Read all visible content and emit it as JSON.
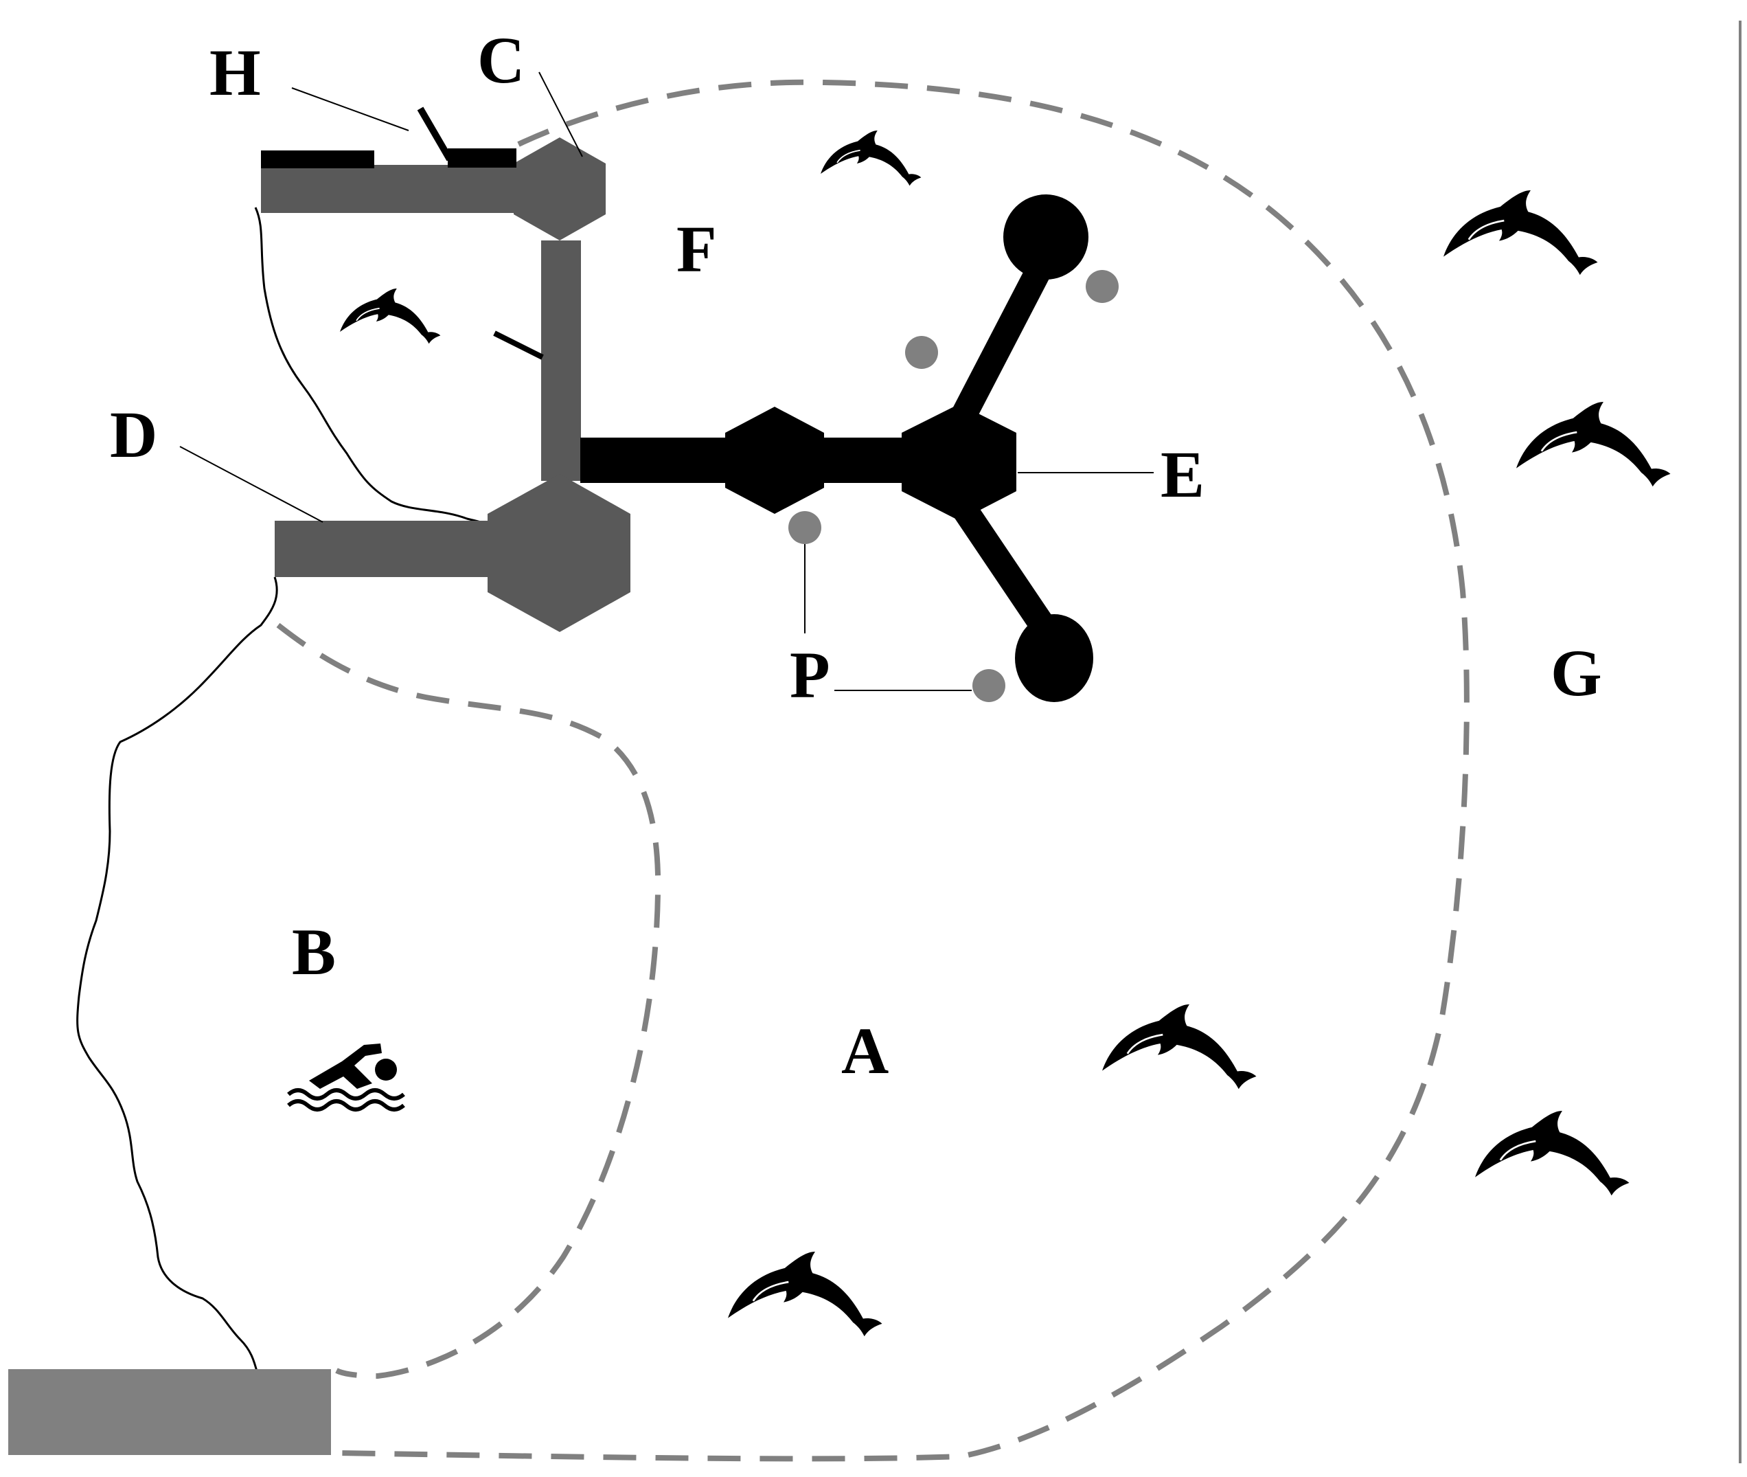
{
  "labels": {
    "A": "A",
    "B": "B",
    "C": "C",
    "D": "D",
    "E": "E",
    "F": "F",
    "G": "G",
    "H": "H",
    "P": "P"
  },
  "colors": {
    "structure_gray": "#595959",
    "boundary_gray": "#808080",
    "black": "#000000",
    "background": "#ffffff"
  },
  "icons": {
    "dolphin": "dolphin-icon",
    "swimmer": "swimmer-icon"
  }
}
